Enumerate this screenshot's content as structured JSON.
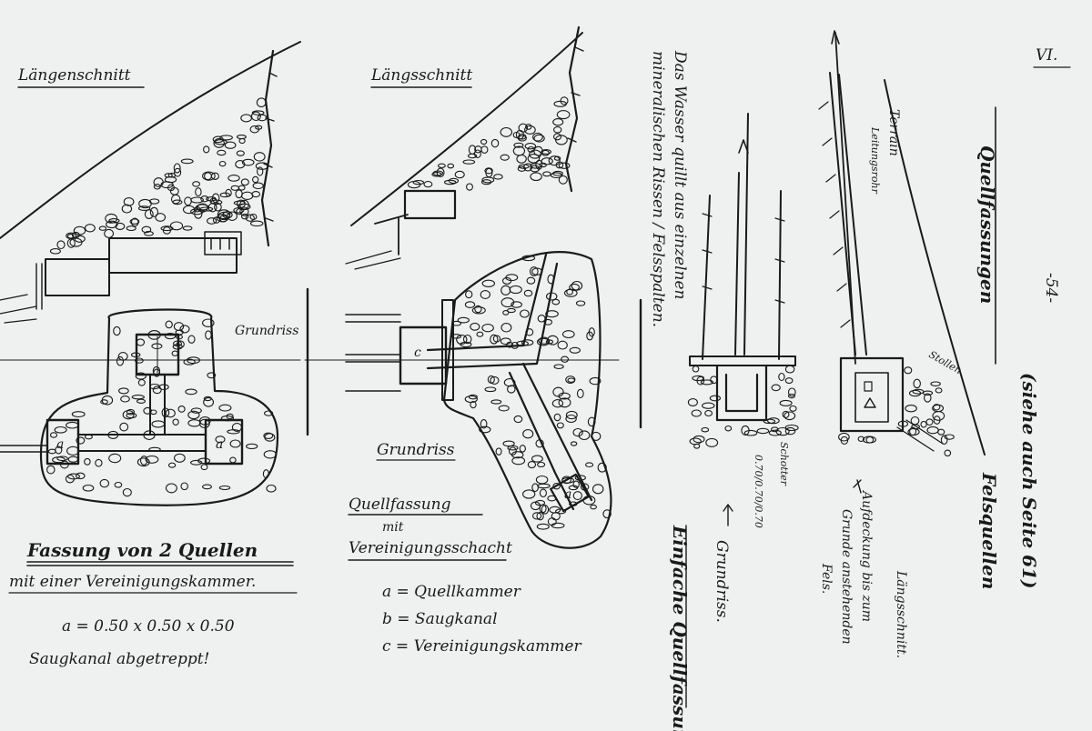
{
  "sheet": {
    "page_number": "VI.",
    "page_marker": "-54-",
    "cross_reference": "(siehe auch Seite 61)"
  },
  "left_figure": {
    "section_label": "Längenschnitt",
    "plan_label": "Grundriss",
    "caption_line1": "Fassung von 2 Quellen",
    "caption_line2": "mit einer Vereinigungskammer.",
    "dimension": "a = 0.50 x 0.50 x 0.50",
    "note": "Saugkanal abgetreppt!",
    "letter_a1": "a",
    "letter_a2": "a"
  },
  "middle_figure": {
    "section_label": "Längsschnitt",
    "plan_label": "Grundriss",
    "caption_line1": "Quellfassung",
    "caption_line2": "mit",
    "caption_line3": "Vereinigungsschacht",
    "letter_a": "a",
    "letter_c": "c",
    "legend": [
      "a = Quellkammer",
      "b = Saugkanal",
      "c = Vereinigungskammer"
    ]
  },
  "right_figure_1": {
    "description_line1": "Das Wasser quillt aus einzelnen",
    "description_line2": "mineralischen Rissen / Felsspalten.",
    "schotter": "Schotter",
    "dimension": "0.70/0.70/0.70",
    "grundriss": "Grundriss.",
    "caption": "Einfache Quellfassung."
  },
  "right_figure_2": {
    "title": "Quellfassungen",
    "subtitle": "Felsquellen",
    "terrain": "Terrain",
    "pipe": "Leitungsrohr",
    "stollen": "Stollen",
    "section": "Längsschnitt.",
    "note_line1": "Aufdeckung bis zum",
    "note_line2": "Grunde anstehenden",
    "note_line3": "Fels."
  }
}
